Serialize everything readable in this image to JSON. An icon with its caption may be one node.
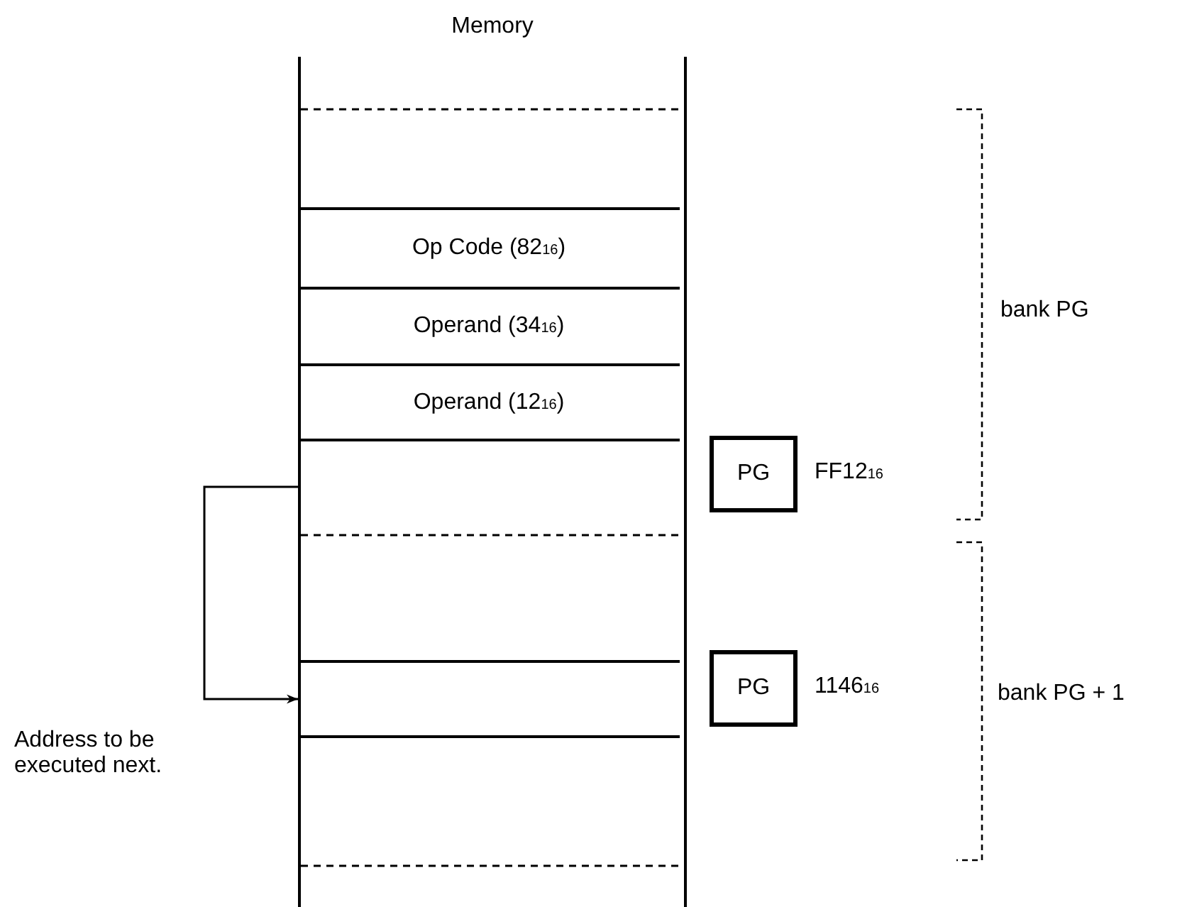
{
  "diagram": {
    "nodes": [
      {
        "text": [
          "Memory"
        ]
      },
      {
        "text": [
          "Op Code (82$_{16}$)"
        ],
        "in": 0
      },
      {
        "text": [
          "Operand (34$_{16}$)"
        ],
        "in": 0
      },
      {
        "text": [
          "Operand (12$_{16}$)"
        ],
        "in": 0
      },
      {
        "text": [],
        "shape": "box",
        "in": 0
      },
      {
        "text": [],
        "shape": "box",
        "in": 0
      },
      {
        "text": [
          "PG"
        ],
        "beside": [
          "FF12$_{16}$"
        ]
      },
      {
        "text": [
          "PG"
        ],
        "beside": [
          "1146$_{16}$"
        ]
      }
    ],
    "edges": [
      {
        "from": 4,
        "to": 5,
        "arrow": "to"
      }
    ],
    "labels": [
      "bank PG",
      "bank PG + 1",
      "Address to be executed next."
    ]
  }
}
